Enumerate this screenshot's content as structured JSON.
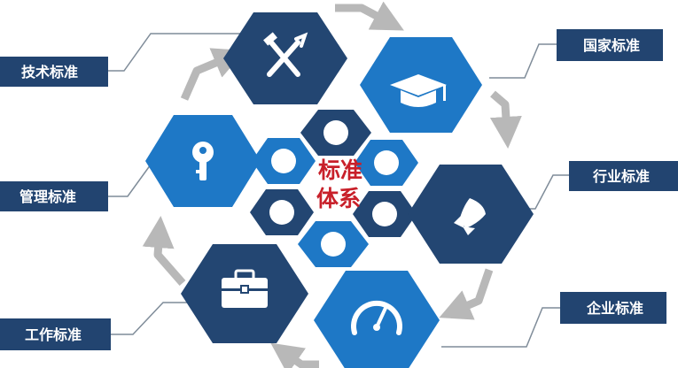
{
  "center": {
    "line1": "标准",
    "line2": "体系"
  },
  "labels": {
    "tech": "技术标准",
    "management": "管理标准",
    "work": "工作标准",
    "national": "国家标准",
    "industry": "行业标准",
    "enterprise": "企业标准"
  },
  "icons": {
    "tech": "tools-icon",
    "national": "graduation-cap-icon",
    "management": "key-icon",
    "industry": "rocket-icon",
    "work": "briefcase-icon",
    "enterprise": "gauge-icon"
  },
  "colors": {
    "navy": "#234672",
    "blue": "#1e78c6",
    "label_bg": "#224470",
    "center_text": "#c8202a",
    "arrow": "#b8b8b8",
    "connector": "#7f8c99"
  }
}
